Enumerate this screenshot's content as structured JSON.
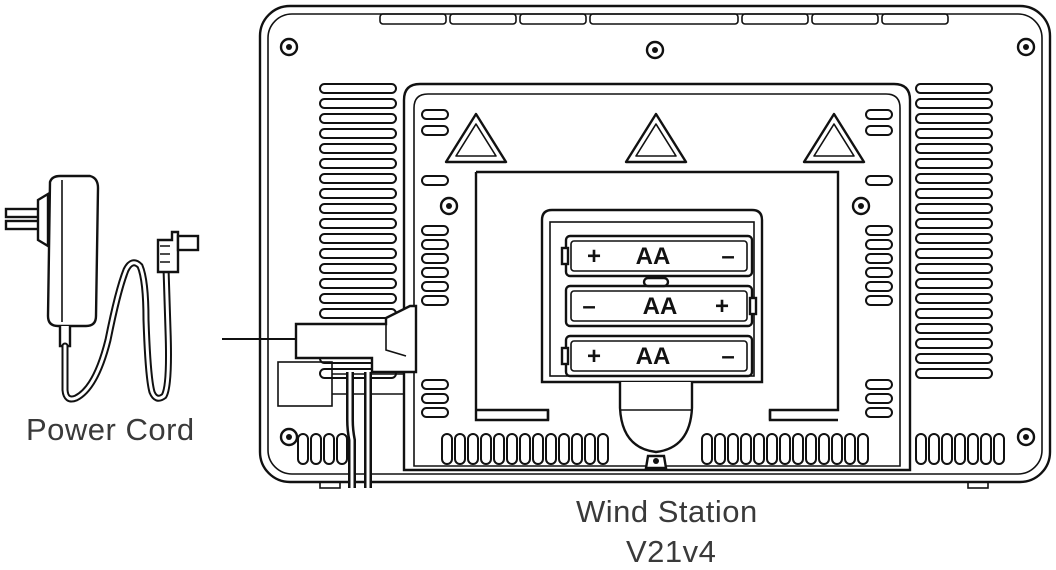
{
  "labels": {
    "power_cord": "Power Cord",
    "station_name": "Wind Station",
    "station_version": "V21v4"
  },
  "battery_compartment": {
    "batteries": [
      {
        "left_symbol": "+",
        "label": "AA",
        "right_symbol": "–"
      },
      {
        "left_symbol": "–",
        "label": "AA",
        "right_symbol": "+"
      },
      {
        "left_symbol": "+",
        "label": "AA",
        "right_symbol": "–"
      }
    ]
  },
  "colors": {
    "ink": "#111111",
    "background": "#ffffff",
    "label_text": "#3a3a3a"
  }
}
